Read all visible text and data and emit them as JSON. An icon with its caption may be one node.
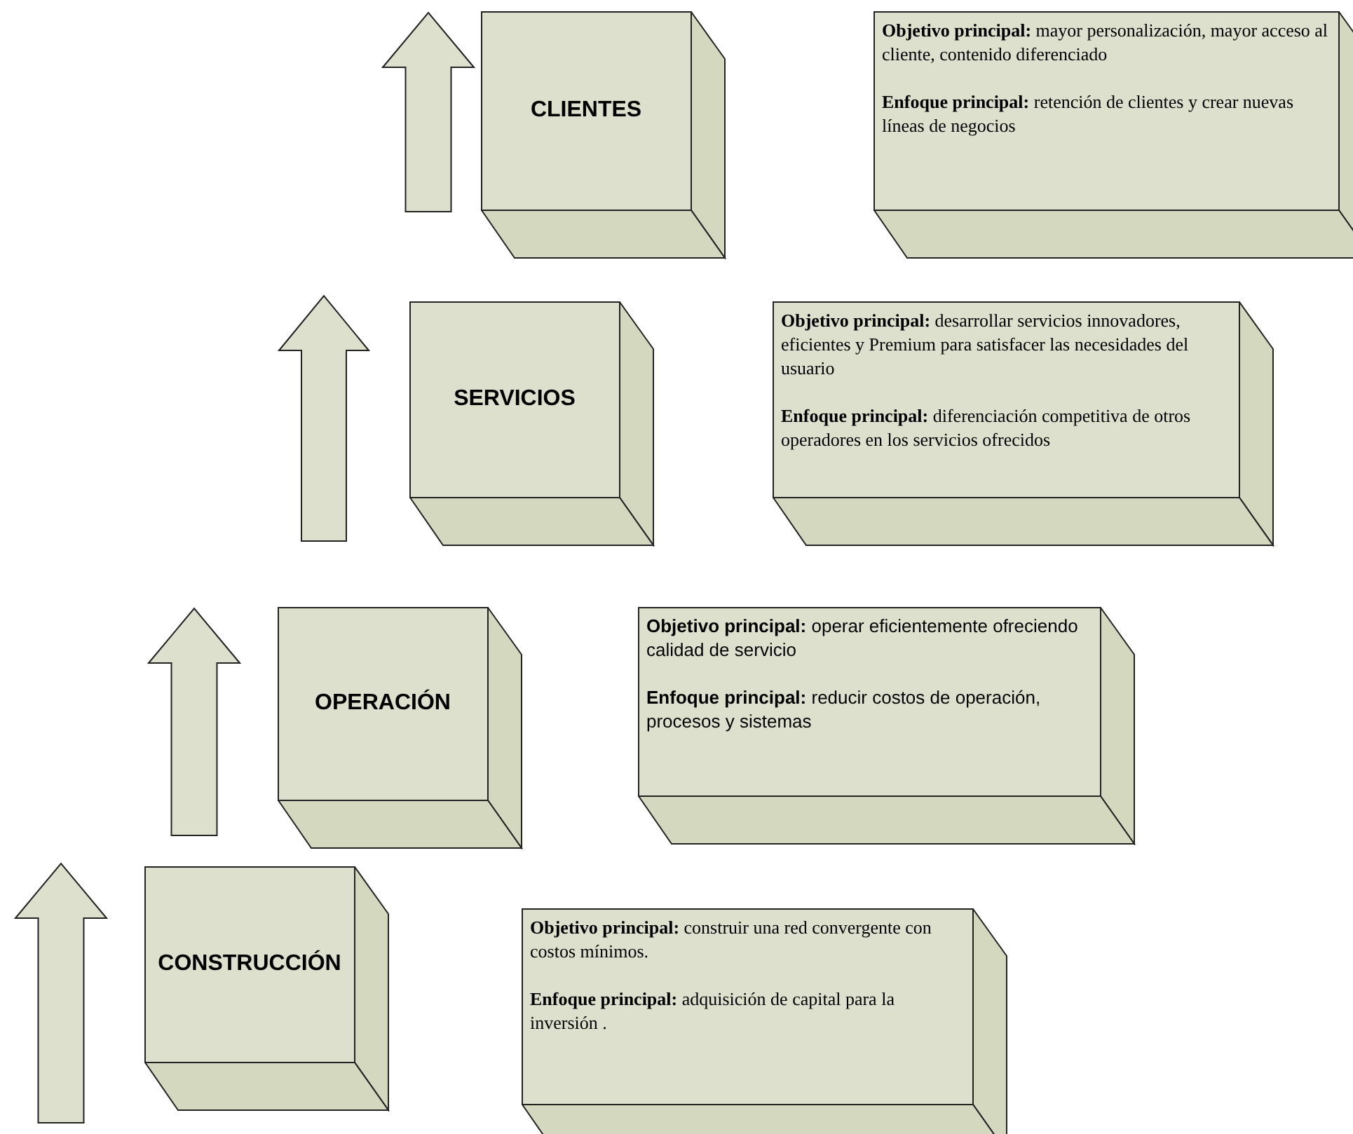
{
  "diagram": {
    "nodes": [
      {
        "text": [
          "CLIENTES"
        ]
      },
      {
        "text": [
          "**Objetivo principal:** mayor personalización, mayor acceso al cliente, contenido diferenciado",
          "**Enfoque principal:** retención de clientes y crear nuevas líneas de negocios"
        ]
      },
      {
        "text": [
          "SERVICIOS"
        ]
      },
      {
        "text": [
          "**Objetivo principal:** desarrollar servicios innovadores, eficientes y Premium para satisfacer las necesidades del usuario",
          "**Enfoque principal:** diferenciación competitiva de otros operadores en los servicios ofrecidos"
        ]
      },
      {
        "text": [
          "OPERACIÓN"
        ]
      },
      {
        "text": [
          "**Objetivo principal:** operar  eficientemente ofreciendo calidad de servicio",
          "**Enfoque principal:** reducir costos de operación, procesos y sistemas"
        ]
      },
      {
        "text": [
          "CONSTRUCCIÓN"
        ]
      },
      {
        "text": [
          "**Objetivo principal:** construir una red convergente con costos mínimos.",
          "**Enfoque principal:** adquisición  de capital para la inversión ."
        ]
      }
    ]
  }
}
